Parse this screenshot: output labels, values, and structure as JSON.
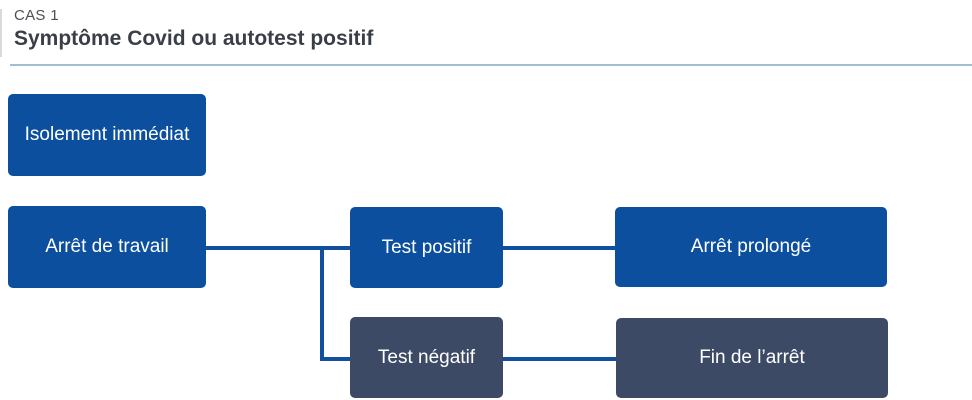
{
  "header": {
    "kicker": "CAS 1",
    "title": "Symptôme Covid ou autotest positif"
  },
  "colors": {
    "primary_blue": "#0b4f9e",
    "dark_slate": "#3d4a66",
    "connector_blue": "#10509e",
    "divider": "#a3bfce",
    "kicker_text": "#4b5057",
    "title_text": "#3a3f47",
    "box_text": "#ffffff"
  },
  "flowchart": {
    "nodes": [
      {
        "id": "isolement-immediat",
        "label": "Isolement immédiat",
        "variant": "blue"
      },
      {
        "id": "arret-de-travail",
        "label": "Arrêt de travail",
        "variant": "blue"
      },
      {
        "id": "test-positif",
        "label": "Test positif",
        "variant": "blue"
      },
      {
        "id": "arret-prolonge",
        "label": "Arrêt prolongé",
        "variant": "blue"
      },
      {
        "id": "test-negatif",
        "label": "Test négatif",
        "variant": "slate"
      },
      {
        "id": "fin-de-l-arret",
        "label": "Fin de l’arrêt",
        "variant": "slate"
      }
    ],
    "edges": [
      {
        "from": "arret-de-travail",
        "to": "test-positif"
      },
      {
        "from": "arret-de-travail",
        "to": "test-negatif"
      },
      {
        "from": "test-positif",
        "to": "arret-prolonge"
      },
      {
        "from": "test-negatif",
        "to": "fin-de-l-arret"
      }
    ]
  }
}
